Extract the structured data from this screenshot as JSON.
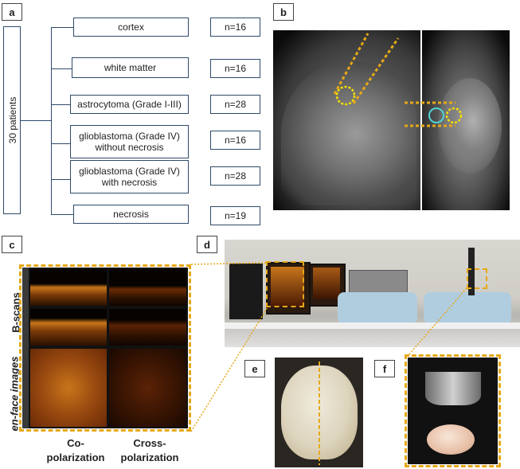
{
  "panels": {
    "a": "a",
    "b": "b",
    "c": "c",
    "d": "d",
    "e": "e",
    "f": "f"
  },
  "panel_a": {
    "root": "30 patients",
    "items": [
      {
        "label": "cortex",
        "count": "n=16"
      },
      {
        "label": "white matter",
        "count": "n=16"
      },
      {
        "label": "astrocytoma (Grade I-III)",
        "count": "n=28"
      },
      {
        "label": "glioblastoma (Grade IV)\nwithout necrosis",
        "count": "n=16"
      },
      {
        "label": "glioblastoma (Grade IV)\nwith necrosis",
        "count": "n=28"
      },
      {
        "label": "necrosis",
        "count": "n=19"
      }
    ]
  },
  "panel_c": {
    "row_label_top": "B-scans",
    "row_label_bottom": "en-face images",
    "col_label_left": "Co-\npolarization",
    "col_label_right": "Cross-\npolarization"
  },
  "colors": {
    "box_border": "#2f4a6a",
    "highlight": "#e6a817",
    "circle_yellow": "#f5e000",
    "oct_dark": "#1a0a00",
    "oct_bright": "#c8761a"
  }
}
